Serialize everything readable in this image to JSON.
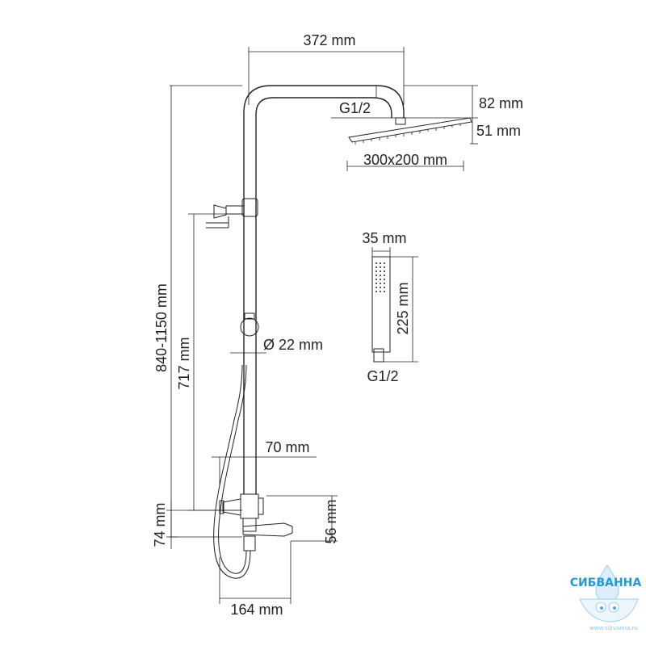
{
  "dimensions": {
    "arm_width": "372 mm",
    "head_connection": "G1/2",
    "head_height_total": "82 mm",
    "head_thickness": "51 mm",
    "head_size": "300x200 mm",
    "total_height": "840-1150 mm",
    "slide_rail": "717 mm",
    "pipe_diameter": "Ø 22 mm",
    "mixer_offset": "70 mm",
    "mixer_height": "74 mm",
    "spout_height": "56 mm",
    "spout_length": "164 mm",
    "handshower_width": "35 mm",
    "handshower_length": "225 mm",
    "handshower_connection": "G1/2"
  },
  "watermark": {
    "brand": "СИБВАННА",
    "url": "www.sibvanna.ru",
    "color": "#1e9ad6"
  }
}
